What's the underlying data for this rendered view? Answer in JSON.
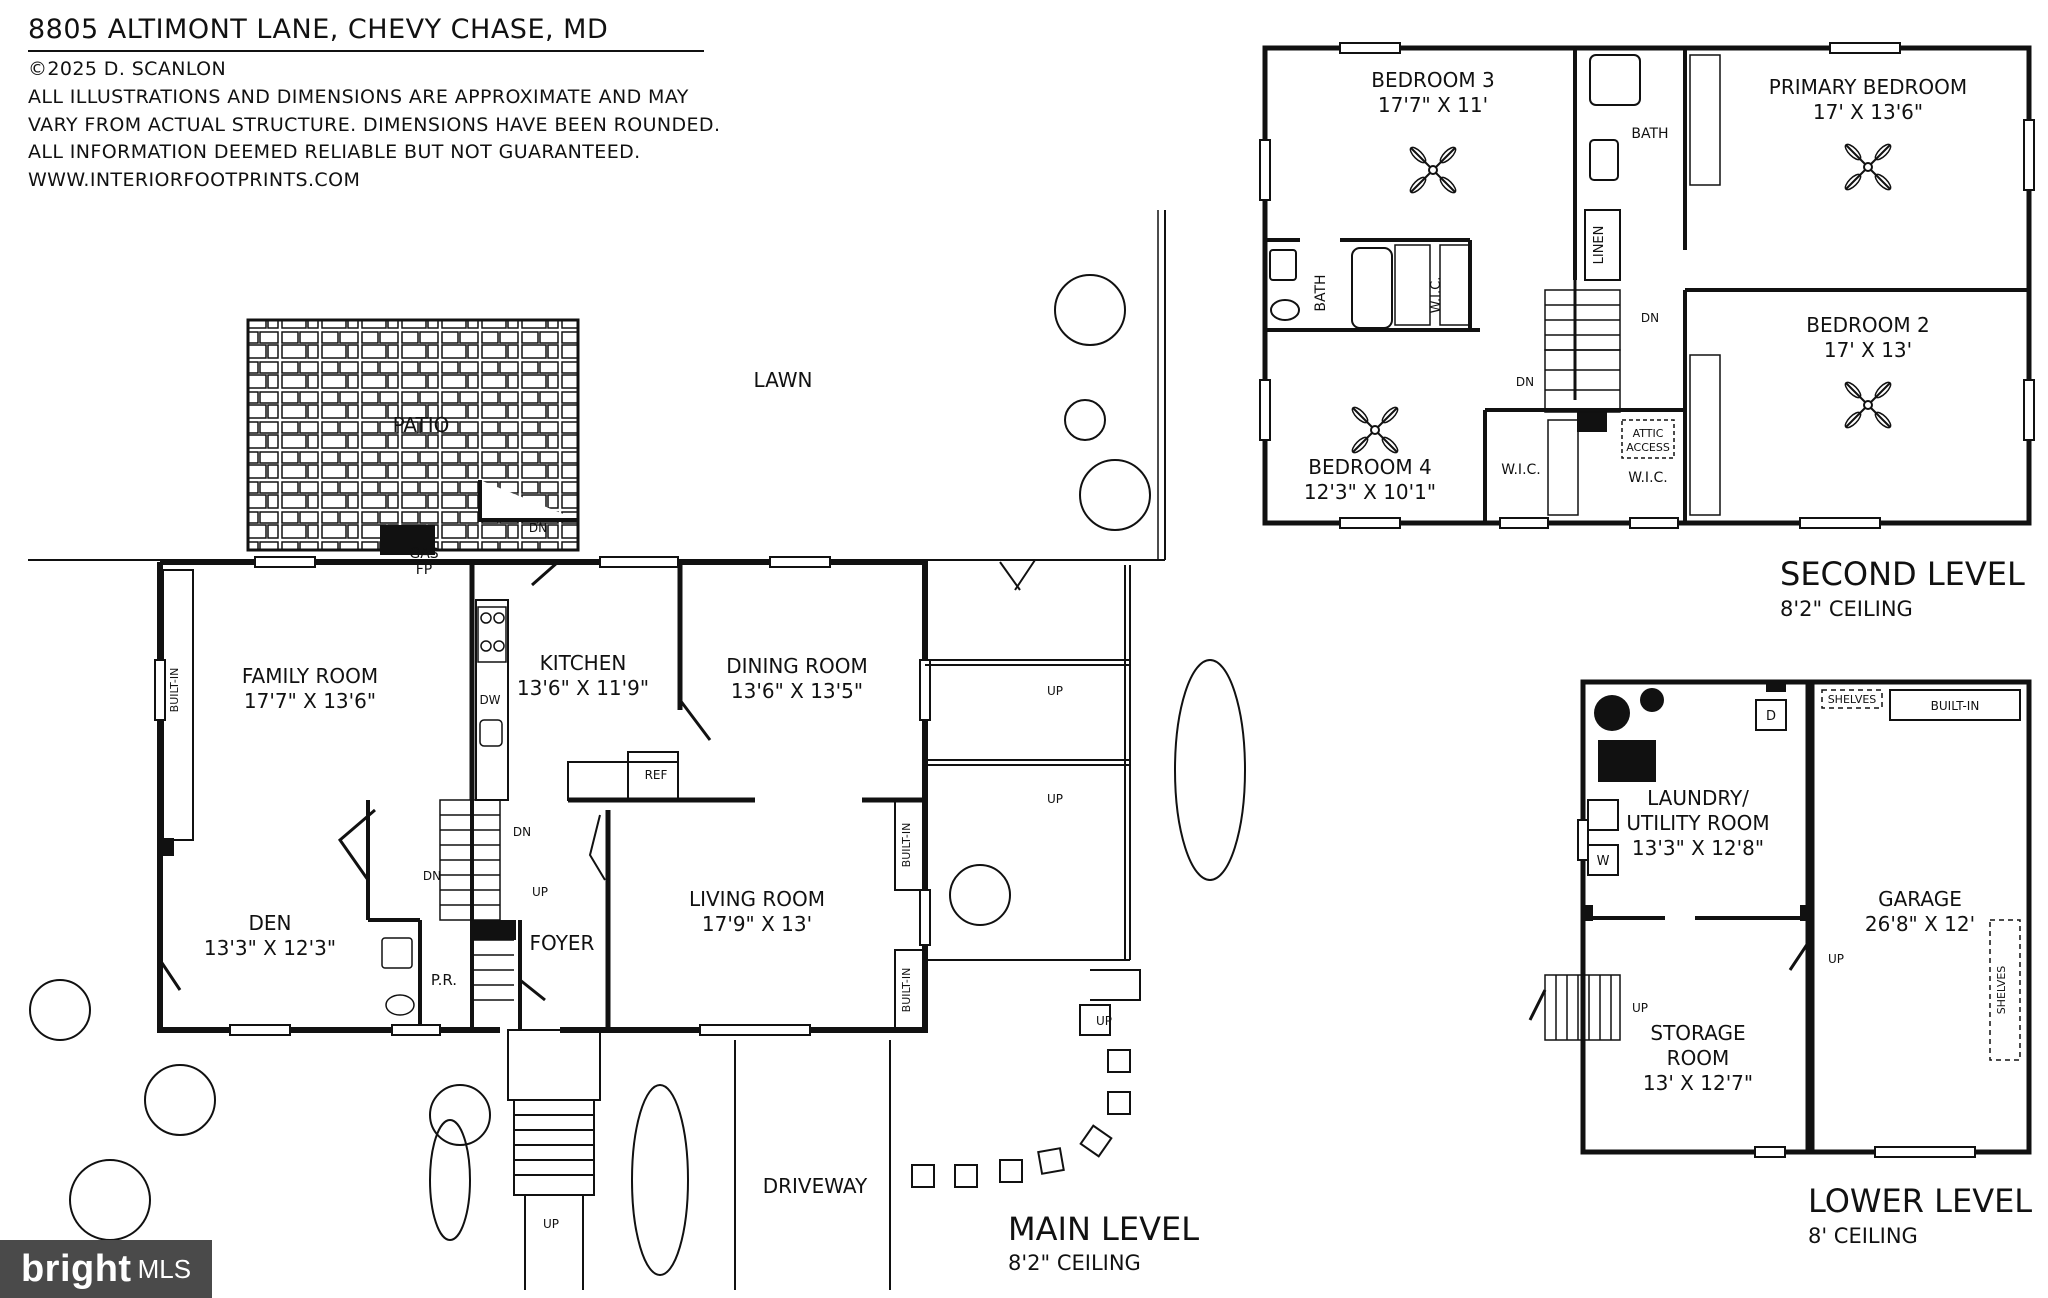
{
  "header": {
    "address": "8805 ALTIMONT LANE, CHEVY CHASE, MD",
    "copyright": "©2025 D. SCANLON",
    "notes": [
      "ALL ILLUSTRATIONS AND DIMENSIONS ARE APPROXIMATE AND MAY",
      "VARY FROM ACTUAL STRUCTURE. DIMENSIONS HAVE BEEN ROUNDED.",
      "ALL INFORMATION DEEMED RELIABLE BUT NOT GUARANTEED.",
      "WWW.INTERIORFOOTPRINTS.COM"
    ]
  },
  "main_level": {
    "title": "MAIN LEVEL",
    "ceiling": "8'2\" CEILING",
    "rooms": {
      "family_room": {
        "name": "FAMILY ROOM",
        "dim": "17'7\" X 13'6\""
      },
      "kitchen": {
        "name": "KITCHEN",
        "dim": "13'6\" X 11'9\""
      },
      "dining_room": {
        "name": "DINING ROOM",
        "dim": "13'6\" X 13'5\""
      },
      "living_room": {
        "name": "LIVING ROOM",
        "dim": "17'9\" X 13'"
      },
      "den": {
        "name": "DEN",
        "dim": "13'3\" X 12'3\""
      },
      "foyer": {
        "name": "FOYER"
      },
      "powder_room": {
        "name": "P.R."
      }
    },
    "labels": {
      "patio": "PATIO",
      "lawn": "LAWN",
      "driveway": "DRIVEWAY",
      "gas": "GAS",
      "fp": "FP",
      "ref": "REF",
      "dw": "DW",
      "built_in": "BUILT-IN",
      "up": "UP",
      "dn": "DN"
    }
  },
  "second_level": {
    "title": "SECOND LEVEL",
    "ceiling": "8'2\" CEILING",
    "rooms": {
      "bedroom3": {
        "name": "BEDROOM 3",
        "dim": "17'7\" X 11'"
      },
      "primary": {
        "name": "PRIMARY BEDROOM",
        "dim": "17' X 13'6\""
      },
      "bedroom2": {
        "name": "BEDROOM 2",
        "dim": "17' X 13'"
      },
      "bedroom4": {
        "name": "BEDROOM 4",
        "dim": "12'3\" X 10'1\""
      }
    },
    "labels": {
      "bath": "BATH",
      "linen": "LINEN",
      "wic": "W.I.C.",
      "attic": "ATTIC",
      "access": "ACCESS",
      "dn": "DN"
    }
  },
  "lower_level": {
    "title": "LOWER LEVEL",
    "ceiling": "8' CEILING",
    "rooms": {
      "laundry": {
        "name1": "LAUNDRY/",
        "name2": "UTILITY ROOM",
        "dim": "13'3\" X 12'8\""
      },
      "garage": {
        "name": "GARAGE",
        "dim": "26'8\" X 12'"
      },
      "storage": {
        "name1": "STORAGE",
        "name2": "ROOM",
        "dim": "13' X 12'7\""
      }
    },
    "labels": {
      "shelves": "SHELVES",
      "built_in": "BUILT-IN",
      "d": "D",
      "w": "W",
      "up": "UP"
    }
  },
  "branding": {
    "mark": "bright",
    "suffix": "MLS"
  }
}
